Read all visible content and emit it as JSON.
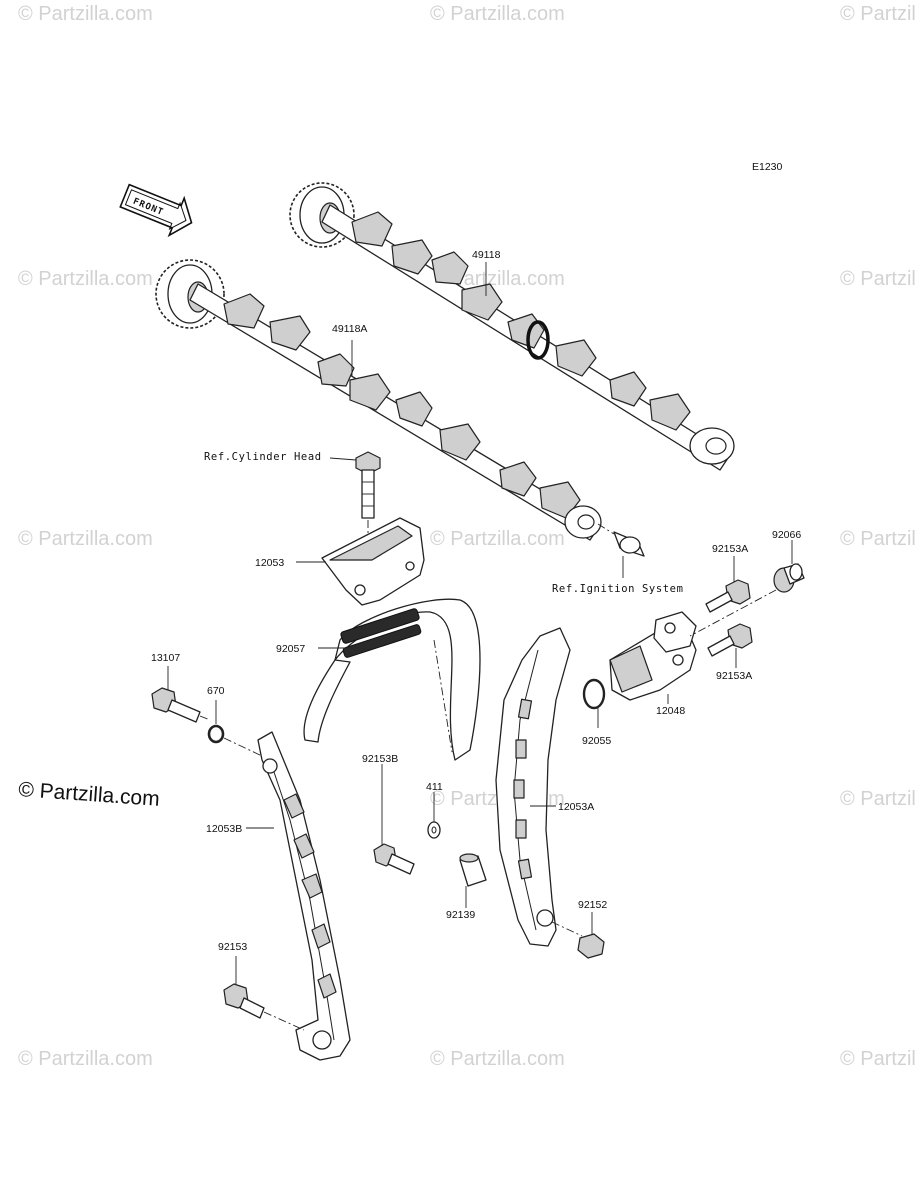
{
  "diagram": {
    "code": "E1230",
    "front_label": "FRONT",
    "brand": "© Partzilla.com",
    "watermark": "© Partzilla.com",
    "refs": {
      "cylinder_head": "Ref.Cylinder Head",
      "ignition_system": "Ref.Ignition System"
    },
    "parts": {
      "p49118": "49118",
      "p49118A": "49118A",
      "p12053": "12053",
      "p92057": "92057",
      "p13107": "13107",
      "p670": "670",
      "p12053B": "12053B",
      "p92153B": "92153B",
      "p411": "411",
      "p92139": "92139",
      "p12053A": "12053A",
      "p92152": "92152",
      "p92153": "92153",
      "p92153A_top": "92153A",
      "p92153A_bottom": "92153A",
      "p92066": "92066",
      "p12048": "12048",
      "p92055": "92055"
    }
  }
}
